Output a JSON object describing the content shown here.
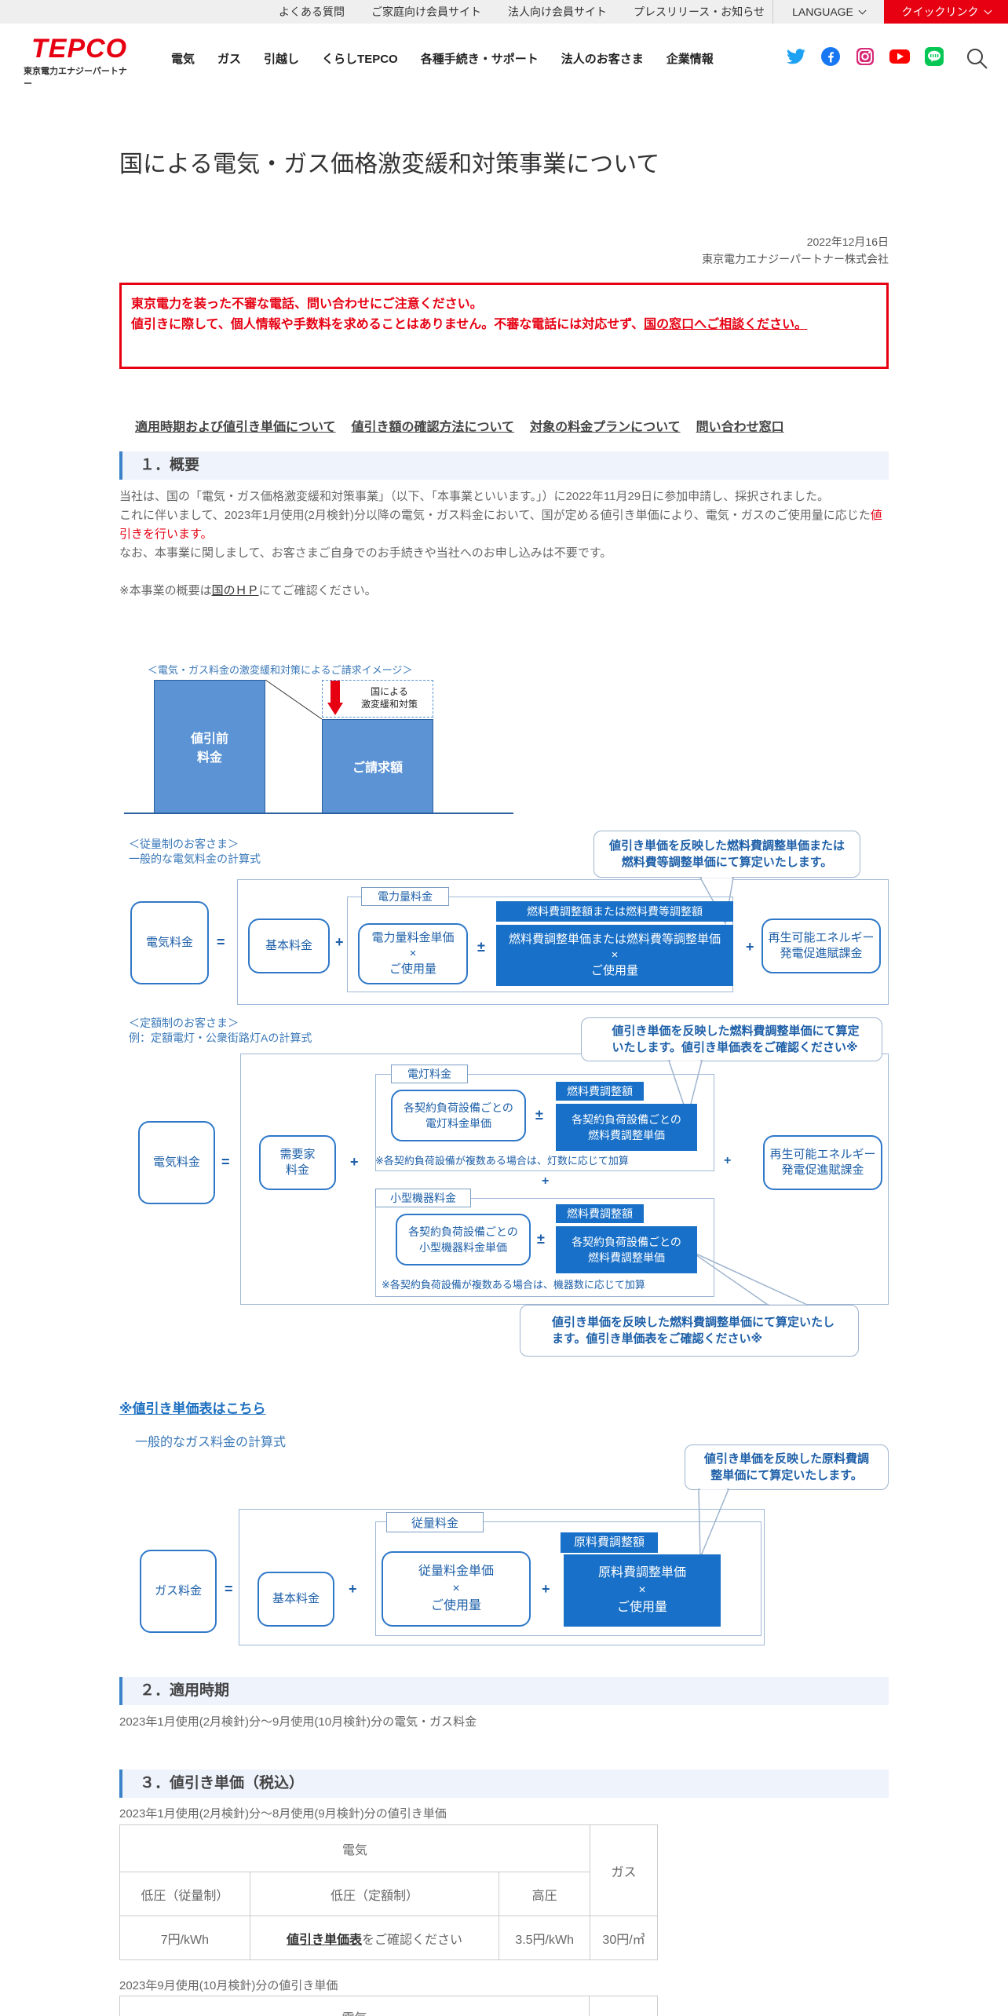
{
  "utility": {
    "links": [
      "よくある質問",
      "ご家庭向け会員サイト",
      "法人向け会員サイト",
      "プレスリリース・お知らせ"
    ],
    "language": "LANGUAGE",
    "quick_link": "クイックリンク"
  },
  "logo": {
    "mark": "TEPCO",
    "sub": "東京電力エナジーパートナー"
  },
  "nav": [
    "電気",
    "ガス",
    "引越し",
    "くらしTEPCO",
    "各種手続き・サポート",
    "法人のお客さま",
    "企業情報"
  ],
  "social_icons": [
    "twitter-icon",
    "facebook-icon",
    "instagram-icon",
    "youtube-icon",
    "line-icon"
  ],
  "page": {
    "title": "国による電気・ガス価格激変緩和対策事業について",
    "date": "2022年12月16日",
    "company": "東京電力エナジーパートナー株式会社"
  },
  "alert": {
    "line1": "東京電力を装った不審な電話、問い合わせにご注意ください。",
    "line2": "値引きに際して、個人情報や手数料を求めることはありません。不審な電話には対応せず、",
    "link": "国の窓口へご相談ください。"
  },
  "anchors": [
    "適用時期および値引き単価について",
    "値引き額の確認方法について",
    "対象の料金プランについて",
    "問い合わせ窓口"
  ],
  "section1": {
    "heading": "１．概要",
    "p1": "当社は、国の「電気・ガス価格激変緩和対策事業」（以下、「本事業といいます。」）に2022年11月29日に参加申請し、採択されました。",
    "p2a": "これに伴いまして、2023年1月使用(2月検針)分以降の電気・ガス料金において、国が定める値引き単価により、電気・ガスのご使用量に応じた",
    "p2b": "値引きを行います。",
    "p3": "なお、本事業に関しまして、お客さまご自身でのお手続きや当社へのお申し込みは不要です。",
    "p4a": "※本事業の概要は",
    "p4link": "国のＨＰ",
    "p4b": "にてご確認ください。"
  },
  "image_diagram": {
    "caption": "＜電気・ガス料金の激変緩和対策によるご請求イメージ＞",
    "before": "値引前\n料金",
    "after": "ご請求額",
    "subsidy": "国による\n激変緩和対策"
  },
  "elec_formula": {
    "label1": "＜従量制のお客さま＞",
    "label2": "一般的な電気料金の計算式",
    "callout": "値引き単価を反映した燃料費調整単価または\n燃料費等調整単価にて算定いたします。",
    "fee": "電気料金",
    "basic": "基本料金",
    "usage_tag": "電力量料金",
    "usage_box": "電力量料金単価\n×\nご使用量",
    "fuel_tag": "燃料費調整額または燃料費等調整額",
    "fuel_box": "燃料費調整単価または燃料費等調整単価\n×\nご使用量",
    "renew": "再生可能エネルギー\n発電促進賦課金"
  },
  "flat_formula": {
    "label1": "＜定額制のお客さま＞",
    "label2": "例：定額電灯・公衆街路灯Aの計算式",
    "callout1": "値引き単価を反映した燃料費調整単価にて算定\nいたします。値引き単価表をご確認ください※",
    "fee": "電気料金",
    "demand": "需要家\n料金",
    "light_tag": "電灯料金",
    "light_box": "各契約負荷設備ごとの\n電灯料金単価",
    "fuel_tag1": "燃料費調整額",
    "fuel_box1": "各契約負荷設備ごとの\n燃料費調整単価",
    "note1": "※各契約負荷設備が複数ある場合は、灯数に応じて加算",
    "small_tag": "小型機器料金",
    "small_box": "各契約負荷設備ごとの\n小型機器料金単価",
    "fuel_tag2": "燃料費調整額",
    "fuel_box2": "各契約負荷設備ごとの\n燃料費調整単価",
    "note2": "※各契約負荷設備が複数ある場合は、機器数に応じて加算",
    "renew": "再生可能エネルギー\n発電促進賦課金",
    "callout2": "値引き単価を反映した燃料費調整単価にて算定いたし\nます。値引き単価表をご確認ください※"
  },
  "price_table_link": "※値引き単価表はこちら",
  "gas_formula": {
    "label": "一般的なガス料金の計算式",
    "callout": "値引き単価を反映した原料費調\n整単価にて算定いたします。",
    "fee": "ガス料金",
    "basic": "基本料金",
    "usage_tag": "従量料金",
    "usage_box": "従量料金単価\n×\nご使用量",
    "raw_tag": "原料費調整額",
    "raw_box": "原料費調整単価\n×\nご使用量"
  },
  "section2": {
    "heading": "２．適用時期",
    "text": "2023年1月使用(2月検針)分～9月使用(10月検針)分の電気・ガス料金"
  },
  "section3": {
    "heading": "３．値引き単価（税込）",
    "period1": "2023年1月使用(2月検針)分～8月使用(9月検針)分の値引き単価",
    "table1": {
      "electricity": "電気",
      "gas": "ガス",
      "low_meter": "低圧（従量制）",
      "low_flat": "低圧（定額制）",
      "high": "高圧",
      "v_low_meter": "7円/kWh",
      "v_low_flat_link": "値引き単価表",
      "v_low_flat_text": "をご確認ください",
      "v_high": "3.5円/kWh",
      "v_gas": "30円/㎥"
    },
    "period2": "2023年9月使用(10月検針)分の値引き単価",
    "table2_electricity": "電気"
  }
}
